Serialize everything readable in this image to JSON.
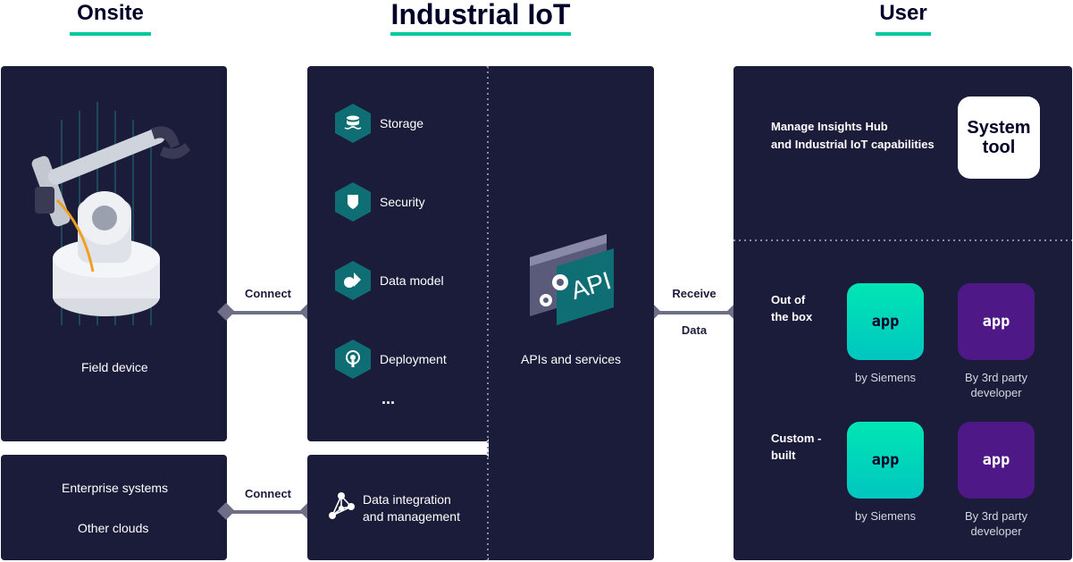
{
  "headings": {
    "onsite": "Onsite",
    "iiot": "Industrial IoT",
    "user": "User"
  },
  "onsite": {
    "field_device": "Field device",
    "enterprise_systems": "Enterprise systems",
    "other_clouds": "Other clouds"
  },
  "connectors": {
    "connect_top": "Connect",
    "connect_bottom": "Connect",
    "receive_line1": "Receive",
    "receive_line2": "Data"
  },
  "iiot": {
    "services": [
      {
        "label": "Storage",
        "icon": "storage-icon"
      },
      {
        "label": "Security",
        "icon": "security-icon"
      },
      {
        "label": "Data model",
        "icon": "data-model-icon"
      },
      {
        "label": "Deployment",
        "icon": "deployment-icon"
      }
    ],
    "ellipsis": "...",
    "data_integration_line1": "Data integration",
    "data_integration_line2": "and management",
    "api_label": "APIs and services",
    "api_graphic_text": "API"
  },
  "user": {
    "manage_line1": "Manage Insights Hub",
    "manage_line2": "and Industrial IoT capabilities",
    "system_tool_line1": "System",
    "system_tool_line2": "tool",
    "out_of_box_line1": "Out of",
    "out_of_box_line2": "the box",
    "custom_line1": "Custom -",
    "custom_line2": "built",
    "app_text": "app",
    "by_siemens": "by Siemens",
    "third_party_line1": "By 3rd party",
    "third_party_line2": "developer"
  },
  "colors": {
    "panel": "#1b1b3a",
    "accent": "#00c8a0",
    "hex_icon": "#0e6e74",
    "app_siemens": "#00d7b8",
    "app_third_party": "#4e1887",
    "connector": "#6e6e86"
  }
}
